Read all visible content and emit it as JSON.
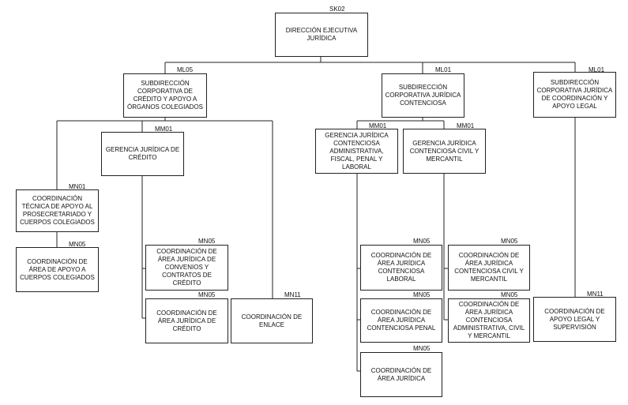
{
  "nodes": {
    "root": {
      "code": "SK02",
      "label": "DIRECCIÓN EJECUTIVA JURÍDICA"
    },
    "sub1": {
      "code": "ML05",
      "label": "SUBDIRECCIÓN CORPORATIVA DE CRÉDITO Y APOYO A ÓRGANOS COLEGIADOS"
    },
    "sub2": {
      "code": "ML01",
      "label": "SUBDIRECCIÓN CORPORATIVA JURÍDICA CONTENCIOSA"
    },
    "sub3": {
      "code": "ML01",
      "label": "SUBDIRECCIÓN CORPORATIVA JURÍDICA DE COORDINACIÓN Y APOYO LEGAL"
    },
    "ger1": {
      "code": "MM01",
      "label": "GERENCIA JURÍDICA DE CRÉDITO"
    },
    "ger2": {
      "code": "MM01",
      "label": "GERENCIA JURÍDICA CONTENCIOSA ADMINISTRATIVA, FISCAL, PENAL Y LABORAL"
    },
    "ger3": {
      "code": "MM01",
      "label": "GERENCIA JURÍDICA CONTENCIOSA CIVIL Y MERCANTIL"
    },
    "coordTec": {
      "code": "MN01",
      "label": "COORDINACIÓN TÉCNICA DE APOYO AL PROSECRETARIADO Y CUERPOS COLEGIADOS"
    },
    "coordCuerp": {
      "code": "MN05",
      "label": "COORDINACIÓN DE ÁREA DE APOYO A CUERPOS COLEGIADOS"
    },
    "coordConv": {
      "code": "MN05",
      "label": "COORDINACIÓN DE ÁREA JURÍDICA DE CONVENIOS Y CONTRATOS DE CRÉDITO"
    },
    "coordCred": {
      "code": "MN05",
      "label": "COORDINACIÓN DE ÁREA JURÍDICA DE CRÉDITO"
    },
    "coordEnl": {
      "code": "MN11",
      "label": "COORDINACIÓN DE ENLACE"
    },
    "coordLab": {
      "code": "MN05",
      "label": "COORDINACIÓN DE ÁREA JURÍDICA CONTENCIOSA LABORAL"
    },
    "coordPen": {
      "code": "MN05",
      "label": "COORDINACIÓN DE ÁREA JURÍDICA CONTENCIOSA PENAL"
    },
    "coordJur": {
      "code": "MN05",
      "label": "COORDINACIÓN DE ÁREA JURÍDICA"
    },
    "coordCiv": {
      "code": "MN05",
      "label": "COORDINACIÓN DE ÁREA JURÍDICA CONTENCIOSA CIVIL Y MERCANTIL"
    },
    "coordAdm": {
      "code": "MN05",
      "label": "COORDINACIÓN DE ÁREA JURÍDICA CONTENCIOSA ADMINISTRATIVA, CIVIL Y MERCANTIL"
    },
    "coordLeg": {
      "code": "MN11",
      "label": "COORDINACIÓN DE APOYO LEGAL Y SUPERVISIÓN"
    }
  }
}
